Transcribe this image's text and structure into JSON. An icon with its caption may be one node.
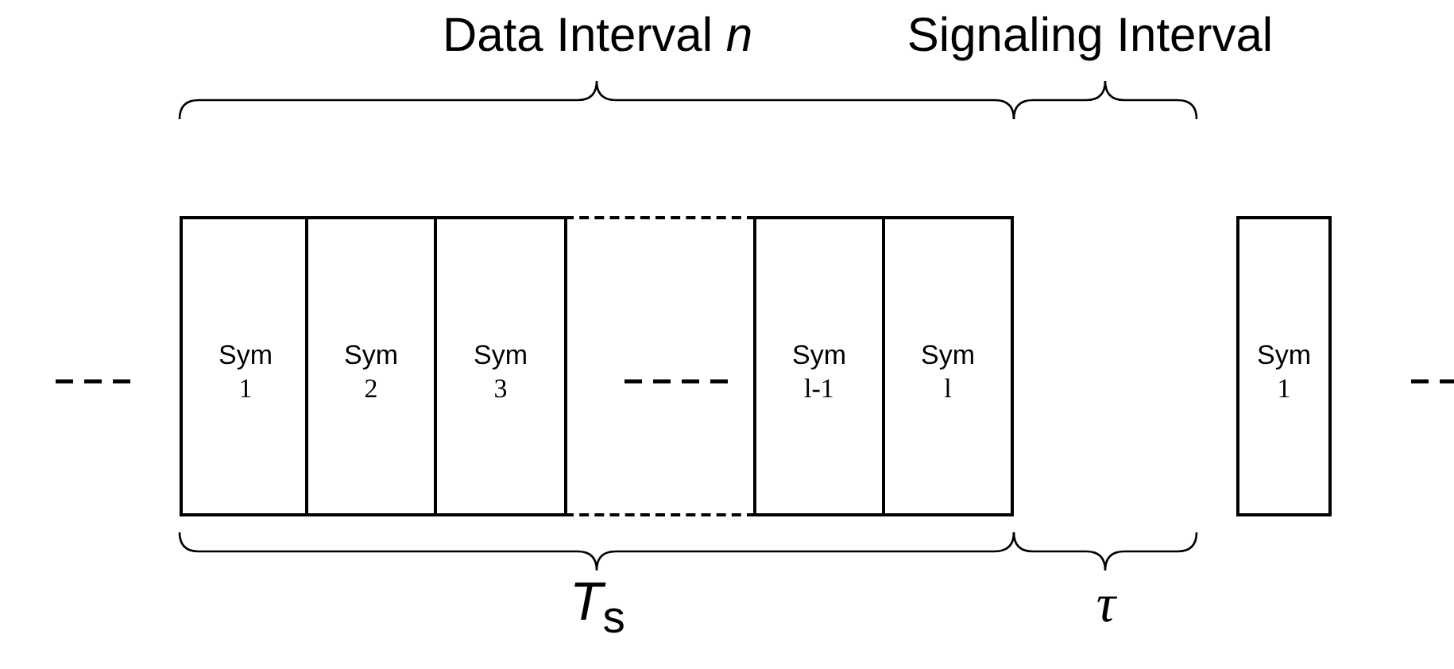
{
  "diagram": {
    "nodes": [
      {
        "text": [
          "Sym",
          "1"
        ]
      },
      {
        "text": [
          "Sym",
          "2"
        ]
      },
      {
        "text": [
          "Sym",
          "3"
        ]
      },
      {
        "text": [],
        "shape": "box"
      },
      {
        "text": [
          "Sym",
          "l-1"
        ]
      },
      {
        "text": [
          "Sym",
          "l"
        ]
      },
      {
        "text": [
          "Sym",
          "1"
        ]
      }
    ],
    "edges": [],
    "labels": [
      "Data Interval *n*",
      "Signaling Interval",
      "*T*$_{s}$",
      "*τ*"
    ]
  }
}
